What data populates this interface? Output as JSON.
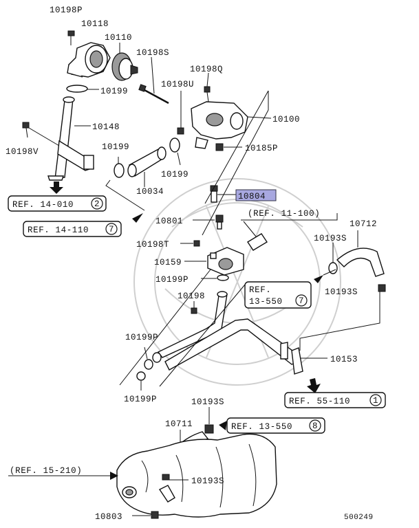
{
  "diagram_id": "500249",
  "highlight_color": "#a8a8e0",
  "labels": {
    "p10198P": "10198P",
    "p10118": "10118",
    "p10110": "10110",
    "p10198S": "10198S",
    "p10198Q": "10198Q",
    "p10199a": "10199",
    "p10198U": "10198U",
    "p10100": "10100",
    "p10148": "10148",
    "p10198V": "10198V",
    "p10199b": "10199",
    "p10199c": "10199",
    "p10185P": "10185P",
    "p10034": "10034",
    "p10804": "10804",
    "p10801": "10801",
    "p10712": "10712",
    "p10198T": "10198T",
    "p10193Sa": "10193S",
    "p10159": "10159",
    "p10199Pa": "10199P",
    "p10193Sb": "10193S",
    "p10198": "10198",
    "p10199Pb": "10199P",
    "p10153": "10153",
    "p10199Pc": "10199P",
    "p10193Sc": "10193S",
    "p10711": "10711",
    "p10193Sd": "10193S",
    "p10803": "10803"
  },
  "refs": {
    "r14_010_text": "REF. 14-010",
    "r14_010_num": "2",
    "r14_110_text": "REF. 14-110",
    "r14_110_num": "7",
    "r11_100": "(REF. 11-100)",
    "r13_550a_line1": "REF.",
    "r13_550a_line2": "13-550",
    "r13_550a_num": "7",
    "r55_110_text": "REF. 55-110",
    "r55_110_num": "1",
    "r13_550b_text": "REF. 13-550",
    "r13_550b_num": "8",
    "r15_210": "(REF. 15-210)"
  }
}
